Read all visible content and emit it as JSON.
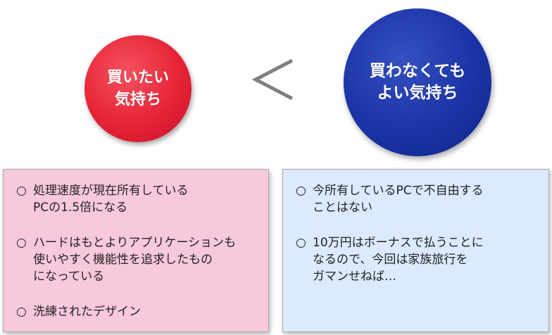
{
  "circles": {
    "want": {
      "label": "買いたい\n気持ち",
      "color": "#e62436"
    },
    "not_needed": {
      "label": "買わなくても\nよい気持ち",
      "color": "#1a34a6"
    }
  },
  "comparison_icon": "less-than-icon",
  "panels": {
    "left": {
      "background": "#f8c8dc",
      "items": [
        {
          "marker": "○",
          "text": "処理速度が現在所有している\nPCの1.5倍になる"
        },
        {
          "marker": "○",
          "text": "ハードはもとよりアプリケーションも\n使いやすく機能性を追求したもの\nになっている"
        },
        {
          "marker": "○",
          "text": "洗練されたデザイン"
        }
      ]
    },
    "right": {
      "background": "#dbeafe",
      "items": [
        {
          "marker": "○",
          "text": "今所有しているPCで不自由する\nことはない"
        },
        {
          "marker": "○",
          "text": "10万円はボーナスで払うことに\nなるので、今回は家族旅行を\nガマンせねば…"
        }
      ]
    }
  }
}
